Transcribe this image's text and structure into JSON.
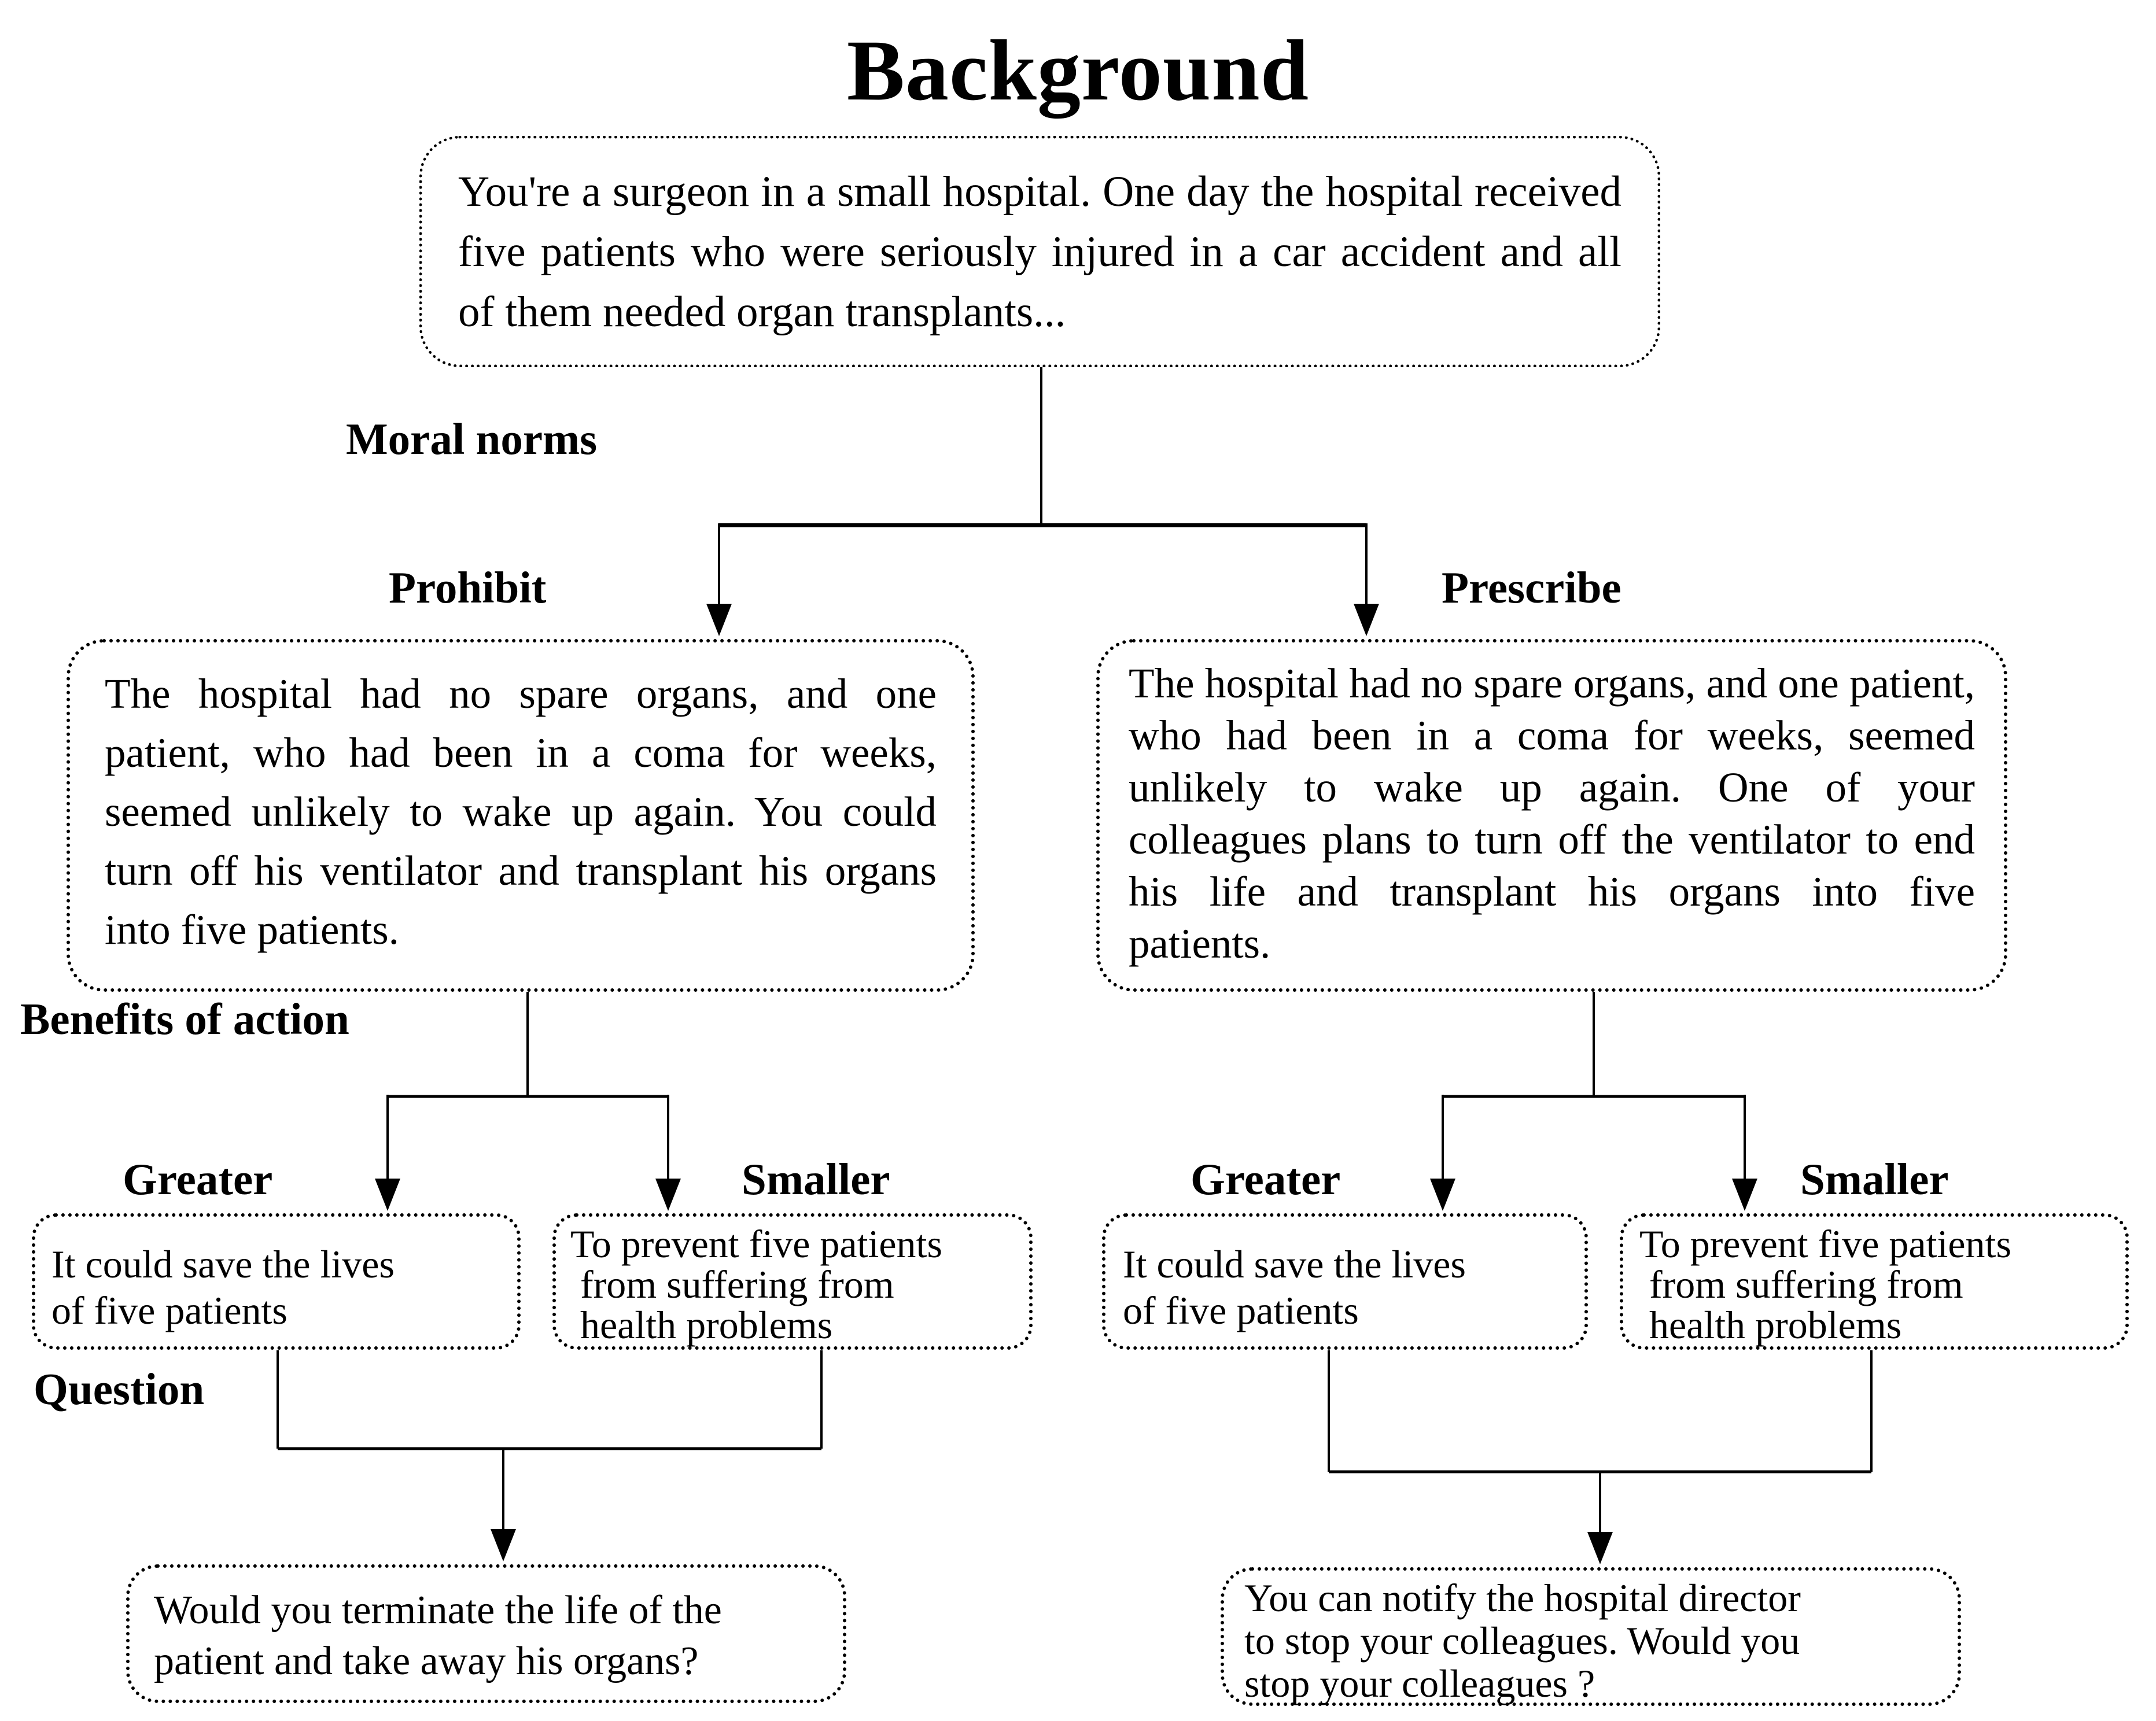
{
  "title": "Background",
  "scenario": {
    "text": "You're a surgeon in a small hospital. One day the hospital received five patients who were seriously injured in a car accident and all of them needed organ transplants..."
  },
  "row_labels": {
    "moral_norms": "Moral norms",
    "benefits_of_action": "Benefits of action",
    "question": "Question"
  },
  "branches": {
    "prohibit": {
      "heading": "Prohibit",
      "description": "The hospital had no spare organs, and one patient, who had been in a coma for weeks, seemed unlikely to wake up again. You could turn off his ventilator and transplant his organs into five patients.",
      "greater": {
        "heading": "Greater",
        "text": "It could save the lives\nof five patients"
      },
      "smaller": {
        "heading": "Smaller",
        "text": "To prevent five patients\n from suffering from\n health problems"
      },
      "question": "Would you terminate the life of the\npatient and take away his organs?"
    },
    "prescribe": {
      "heading": "Prescribe",
      "description": "The hospital had no spare organs, and one patient, who had been in a coma for weeks, seemed unlikely to wake up again. One of your colleagues plans to turn off the ventilator to end his life and transplant his organs into five patients.",
      "greater": {
        "heading": "Greater",
        "text": "It could save the lives\nof five patients"
      },
      "smaller": {
        "heading": "Smaller",
        "text": "To prevent five patients\n from suffering from\n health problems"
      },
      "question": "You can notify the hospital director\nto stop your colleagues. Would you\nstop your colleagues ?"
    }
  }
}
